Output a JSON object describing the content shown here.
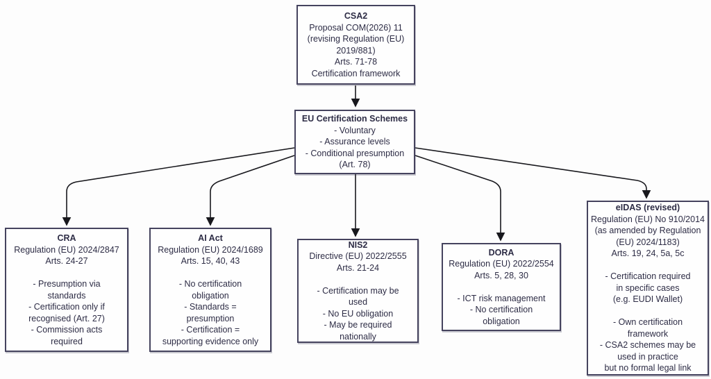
{
  "diagram": {
    "type": "flowchart",
    "background_color": "#fdfdfd",
    "box_border_color": "#45435e",
    "text_color": "#2d2c45",
    "arrow_color": "#18181d",
    "nodes": {
      "csa2": {
        "title": "CSA2",
        "lines": [
          "Proposal COM(2026) 11",
          "(revising Regulation (EU)",
          "2019/881)",
          "Arts. 71-78",
          "Certification framework"
        ]
      },
      "schemes": {
        "title": "EU Certification Schemes",
        "lines": [
          "- Voluntary",
          "- Assurance levels",
          "- Conditional presumption",
          "(Art. 78)"
        ]
      },
      "cra": {
        "title": "CRA",
        "lines": [
          "Regulation (EU) 2024/2847",
          "Arts. 24-27",
          "",
          "- Presumption via",
          "standards",
          "- Certification only if",
          "recognised (Art. 27)",
          "- Commission acts",
          "required"
        ]
      },
      "ai_act": {
        "title": "AI Act",
        "lines": [
          "Regulation (EU) 2024/1689",
          "Arts. 15, 40, 43",
          "",
          "- No certification",
          "obligation",
          "- Standards =",
          "presumption",
          "- Certification =",
          "supporting evidence only"
        ]
      },
      "nis2": {
        "title": "NIS2",
        "lines": [
          "Directive (EU) 2022/2555",
          "Arts. 21-24",
          "",
          "- Certification may be",
          "used",
          "- No EU obligation",
          "- May be required",
          "nationally"
        ]
      },
      "dora": {
        "title": "DORA",
        "lines": [
          "Regulation (EU) 2022/2554",
          "Arts. 5, 28, 30",
          "",
          "- ICT risk management",
          "- No certification",
          "obligation"
        ]
      },
      "eidas": {
        "title": "eIDAS (revised)",
        "lines": [
          "Regulation (EU) No 910/2014",
          "(as amended by Regulation",
          "(EU) 2024/1183)",
          "Arts. 19, 24, 5a, 5c",
          "",
          "- Certification required",
          "in specific cases",
          "(e.g. EUDI Wallet)",
          "",
          "- Own certification",
          "framework",
          "- CSA2 schemes may be",
          "used in practice",
          "but no formal legal link"
        ]
      }
    },
    "edges": [
      {
        "from": "csa2",
        "to": "schemes"
      },
      {
        "from": "schemes",
        "to": "cra"
      },
      {
        "from": "schemes",
        "to": "ai_act"
      },
      {
        "from": "schemes",
        "to": "nis2"
      },
      {
        "from": "schemes",
        "to": "dora"
      },
      {
        "from": "schemes",
        "to": "eidas"
      }
    ]
  }
}
